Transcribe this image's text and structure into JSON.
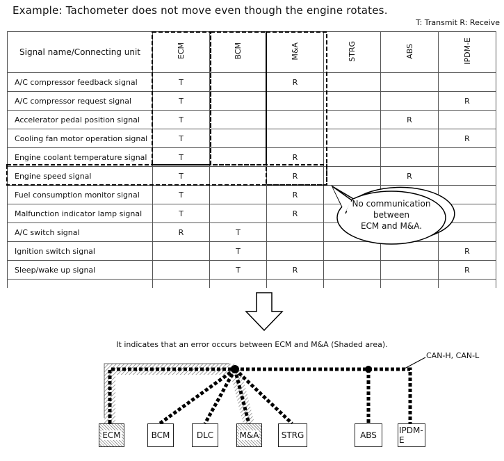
{
  "title": "Example: Tachometer does not move even though the engine rotates.",
  "legend": "T: Transmit  R: Receive",
  "table": {
    "header_name": "Signal name/Connecting unit",
    "columns": [
      "ECM",
      "BCM",
      "M&A",
      "STRG",
      "ABS",
      "IPDM-E"
    ],
    "rows": [
      {
        "name": "A/C compressor feedback signal",
        "cells": [
          "T",
          "",
          "R",
          "",
          "",
          ""
        ]
      },
      {
        "name": "A/C compressor request signal",
        "cells": [
          "T",
          "",
          "",
          "",
          "",
          "R"
        ]
      },
      {
        "name": "Accelerator pedal position signal",
        "cells": [
          "T",
          "",
          "",
          "",
          "R",
          ""
        ]
      },
      {
        "name": "Cooling fan motor operation signal",
        "cells": [
          "T",
          "",
          "",
          "",
          "",
          "R"
        ]
      },
      {
        "name": "Engine coolant temperature signal",
        "cells": [
          "T",
          "",
          "R",
          "",
          "",
          ""
        ]
      },
      {
        "name": "Engine speed signal",
        "cells": [
          "T",
          "",
          "R",
          "",
          "R",
          ""
        ]
      },
      {
        "name": "Fuel consumption monitor signal",
        "cells": [
          "T",
          "",
          "R",
          "",
          "",
          ""
        ]
      },
      {
        "name": "Malfunction indicator lamp signal",
        "cells": [
          "T",
          "",
          "R",
          "",
          "",
          ""
        ]
      },
      {
        "name": "A/C switch signal",
        "cells": [
          "R",
          "T",
          "",
          "",
          "",
          ""
        ]
      },
      {
        "name": "Ignition switch signal",
        "cells": [
          "",
          "T",
          "",
          "",
          "",
          "R"
        ]
      },
      {
        "name": "Sleep/wake up signal",
        "cells": [
          "",
          "T",
          "R",
          "",
          "",
          "R"
        ]
      }
    ]
  },
  "callout": {
    "line1": "No communication",
    "line2": "between",
    "line3": "ECM and M&A."
  },
  "caption": "It indicates that an error occurs between ECM and M&A (Shaded area).",
  "bus_label": "CAN-H, CAN-L",
  "units": [
    {
      "label": "ECM",
      "shaded": true
    },
    {
      "label": "BCM",
      "shaded": false
    },
    {
      "label": "DLC",
      "shaded": false
    },
    {
      "label": "M&A",
      "shaded": true
    },
    {
      "label": "STRG",
      "shaded": false
    },
    {
      "label": "ABS",
      "shaded": false
    },
    {
      "label": "IPDM-E",
      "shaded": false
    }
  ]
}
